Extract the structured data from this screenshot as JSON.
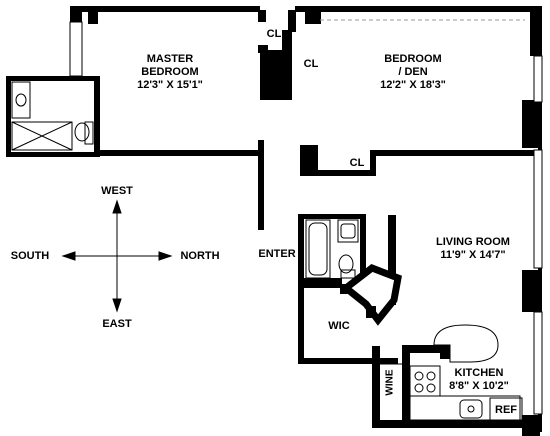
{
  "plan": {
    "rooms": {
      "master_bedroom": {
        "name_line1": "MASTER",
        "name_line2": "BEDROOM",
        "dims": "12'3\" X 15'1\""
      },
      "bedroom_den": {
        "name_line1": "BEDROOM",
        "name_line2": "/ DEN",
        "dims": "12'2\" X 18'3\""
      },
      "living_room": {
        "name": "LIVING ROOM",
        "dims": "11'9\" X 14'7\""
      },
      "kitchen": {
        "name": "KITCHEN",
        "dims": "8'8\" X 10'2\""
      }
    },
    "closets": {
      "cl_top": "CL",
      "cl_left": "CL",
      "cl_bottom": "CL"
    },
    "labels": {
      "enter": "ENTER",
      "wic": "WIC",
      "wine": "WINE",
      "ref": "REF"
    },
    "compass": {
      "west": "WEST",
      "south": "SOUTH",
      "north": "NORTH",
      "east": "EAST"
    }
  }
}
